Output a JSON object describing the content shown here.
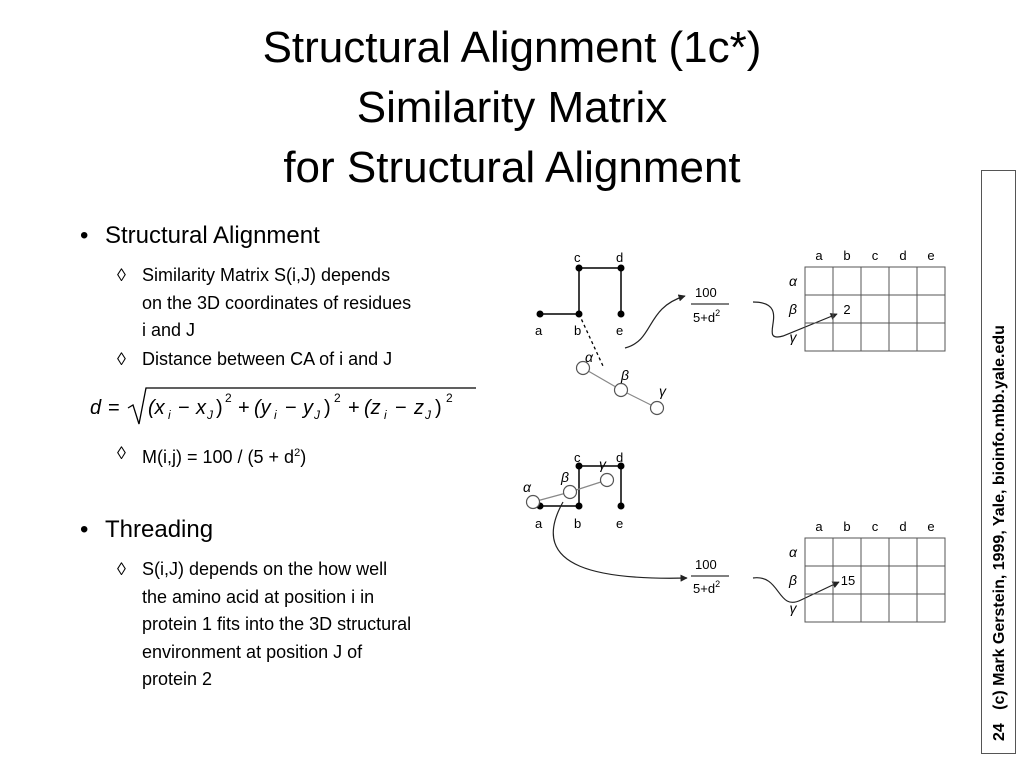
{
  "title": {
    "line1": "Structural Alignment (1c*)",
    "line2": "Similarity Matrix",
    "line3": "for Structural Alignment"
  },
  "bullets": [
    {
      "label": "Structural Alignment",
      "subs": [
        [
          "Similarity Matrix S(i,J) depends",
          "on the 3D coordinates of residues",
          "i and J"
        ],
        [
          "Distance between CA of i and J"
        ]
      ]
    },
    {
      "label": "Threading",
      "subs": [
        [
          "S(i,J) depends on the how well",
          "the amino acid at position i in",
          "protein 1 fits into the 3D structural",
          "environment at position J of",
          "protein 2"
        ]
      ]
    }
  ],
  "markers": {
    "bullet": "•",
    "diamond": "◊"
  },
  "formula": {
    "lhs": "d",
    "eq": "=",
    "t1": "(x",
    "t1i": "i",
    "minus1": "−",
    "t1x": "x",
    "t1J": "J",
    "t1c": ")",
    "t1p": "2",
    "plus1": "+",
    "t2": "(y",
    "t2i": "i",
    "minus2": "−",
    "t2y": "y",
    "t2J": "J",
    "t2c": ")",
    "t2p": "2",
    "plus2": "+",
    "t3": "(z",
    "t3i": "i",
    "minus3": "−",
    "t3z": "z",
    "t3J": "J",
    "t3c": ")",
    "t3p": "2"
  },
  "mij": {
    "pre": "M(i,j) = 100 / (5 + d",
    "sup": "2",
    "post": ")"
  },
  "diagram": {
    "residue_labels": [
      "a",
      "b",
      "c",
      "d",
      "e"
    ],
    "greek_labels": [
      "α",
      "β",
      "γ"
    ],
    "numerator": "100",
    "denominator_base": "5+d",
    "denominator_sup": "2",
    "top_cell_value": "2",
    "bottom_cell_value": "15"
  },
  "sidebar": {
    "page_number": "24",
    "credit": "(c) Mark Gerstein, 1999, Yale, bioinfo.mbb.yale.edu"
  }
}
